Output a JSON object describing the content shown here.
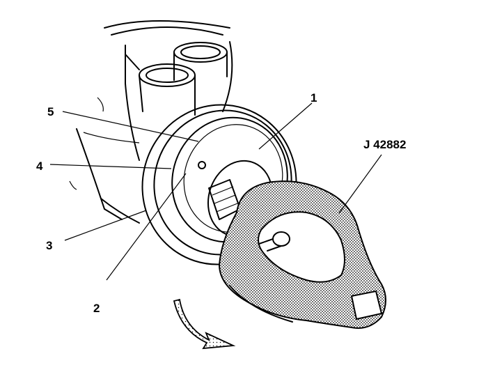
{
  "callouts": [
    {
      "id": "1",
      "text": "1"
    },
    {
      "id": "2",
      "text": "2"
    },
    {
      "id": "3",
      "text": "3"
    },
    {
      "id": "4",
      "text": "4"
    },
    {
      "id": "5",
      "text": "5"
    }
  ],
  "tool_label": "J 42882",
  "colors": {
    "line": "#000000",
    "background": "#ffffff",
    "stipple": "#000000"
  },
  "icons": {
    "rotation_arrow": "curved-arrow-icon"
  }
}
